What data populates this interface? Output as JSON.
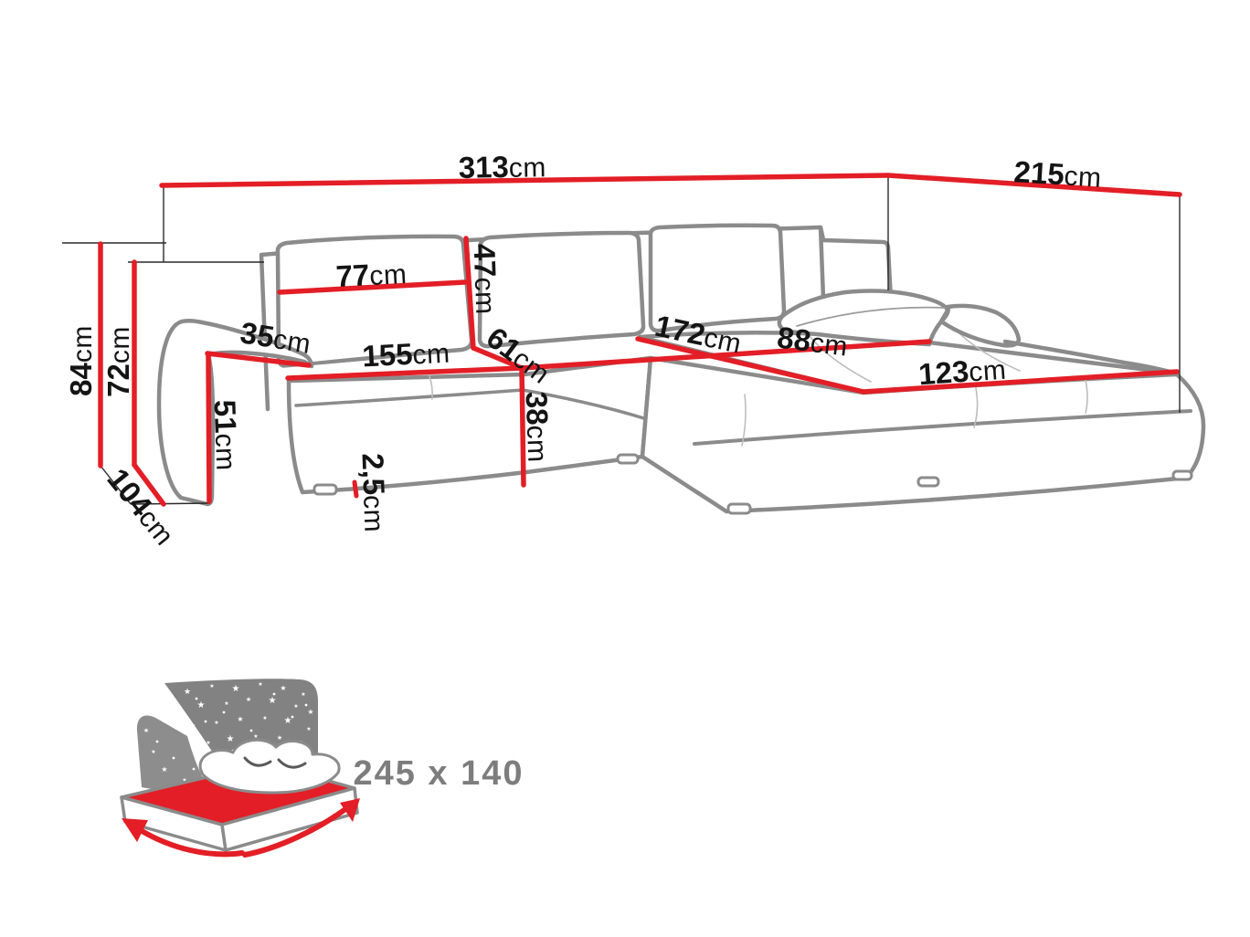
{
  "diagram": {
    "subject": "corner-sofa-dimension-diagram",
    "unit": "cm",
    "colors": {
      "dimension_red": "#e31e26",
      "outline_gray": "#8b8b8b",
      "text_black": "#141414",
      "icon_gray": "#828282",
      "star_white": "#ffffff"
    },
    "dimensions": {
      "width_total": {
        "value": "313",
        "unit": "cm"
      },
      "depth_total": {
        "value": "215",
        "unit": "cm"
      },
      "height_total": {
        "value": "84",
        "unit": "cm"
      },
      "back_height": {
        "value": "72",
        "unit": "cm"
      },
      "side_depth": {
        "value": "104",
        "unit": "cm"
      },
      "back_cushion_width": {
        "value": "77",
        "unit": "cm"
      },
      "back_cushion_height": {
        "value": "47",
        "unit": "cm"
      },
      "armrest_width": {
        "value": "35",
        "unit": "cm"
      },
      "armrest_height": {
        "value": "51",
        "unit": "cm"
      },
      "seat_width": {
        "value": "155",
        "unit": "cm"
      },
      "seat_depth": {
        "value": "61",
        "unit": "cm"
      },
      "seat_height": {
        "value": "38",
        "unit": "cm"
      },
      "leg_height": {
        "value": "2,5",
        "unit": "cm"
      },
      "corner_length": {
        "value": "172",
        "unit": "cm"
      },
      "corner_width": {
        "value": "88",
        "unit": "cm"
      },
      "chaise_length": {
        "value": "123",
        "unit": "cm"
      }
    },
    "sleeping_area": {
      "icon": "bed-with-stars-icon",
      "label": "245 x 140"
    }
  }
}
